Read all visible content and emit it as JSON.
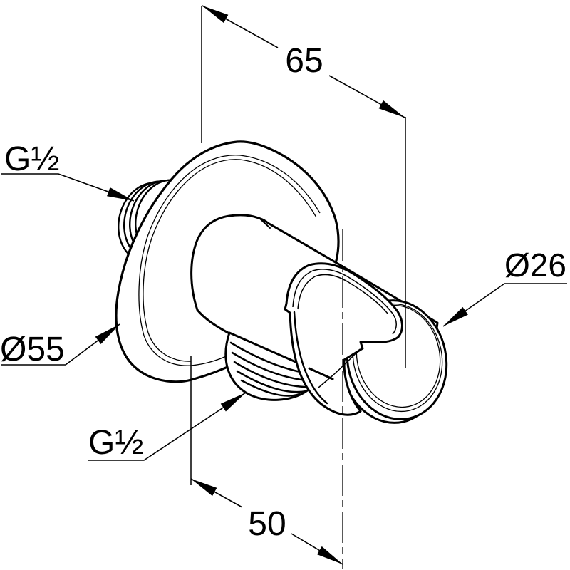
{
  "drawing": {
    "dimensions": {
      "width_65": "65",
      "depth_50": "50"
    },
    "diameters": {
      "plate": "Ø55",
      "holder": "Ø26"
    },
    "threads": {
      "wall_inlet": "G½",
      "outlet": "G½"
    },
    "colors": {
      "line": "#000000",
      "background": "#ffffff"
    }
  }
}
